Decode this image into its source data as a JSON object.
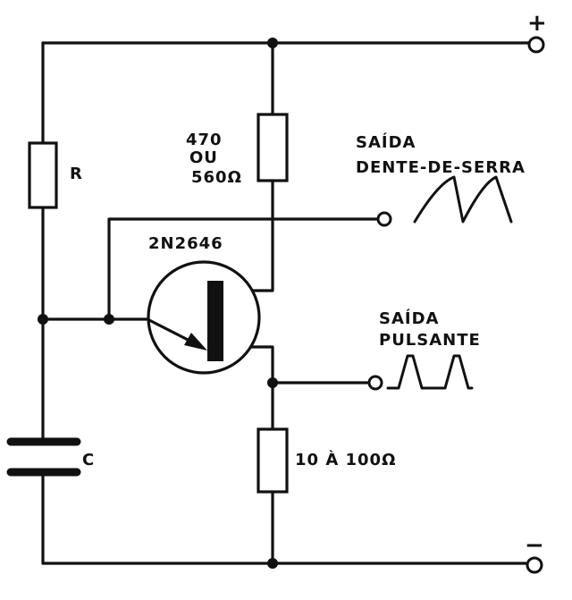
{
  "labels": {
    "plus": "+",
    "minus": "−",
    "r": "R",
    "c": "C",
    "transistor": "2N2646",
    "r1_value_top": "470",
    "r1_value_or": "OU",
    "r1_value_bottom": "560Ω",
    "r2_value": "10 À 100Ω",
    "sawtooth_line1": "SAÍDA",
    "sawtooth_line2": "DENTE-DE-SERRA",
    "pulse_line1": "SAÍDA",
    "pulse_line2": "PULSANTE"
  },
  "colors": {
    "ink": "#111111",
    "paper": "#ffffff"
  }
}
